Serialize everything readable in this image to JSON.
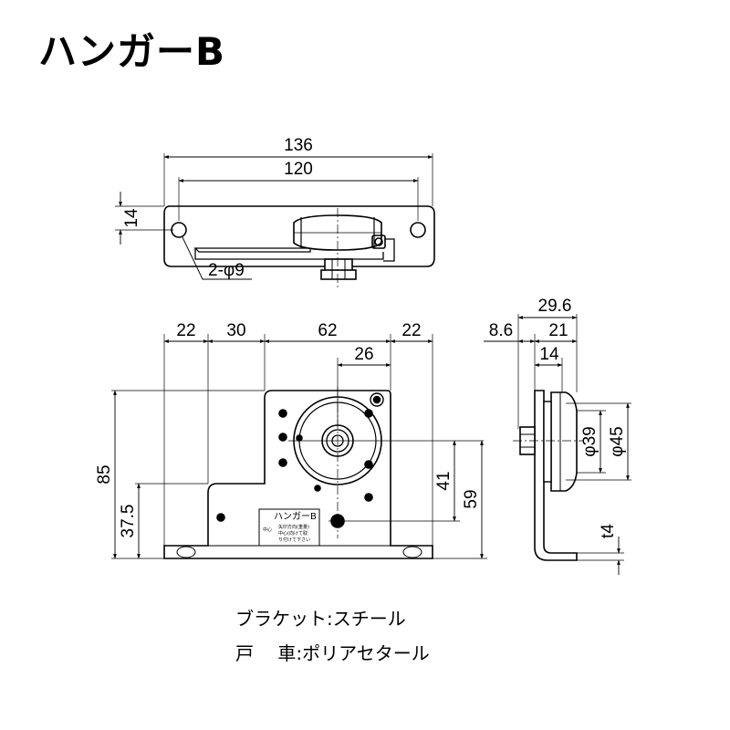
{
  "title": "ハンガーB",
  "top_view": {
    "dim_total_width": "136",
    "dim_hole_pitch": "120",
    "dim_height": "14",
    "dim_holes": "2-φ9"
  },
  "front_view": {
    "dim_left": "22",
    "dim_step": "30",
    "dim_middle": "62",
    "dim_right": "22",
    "dim_wheel_offset": "26",
    "dim_total_height": "85",
    "dim_step_height": "37.5",
    "dim_hole_height": "41",
    "dim_wheel_height": "59",
    "label_title": "ハンガーB",
    "label_side": "中心",
    "label_note1": "矢印方向(重量)",
    "label_note2": "中心(向けて取",
    "label_note3": "り付けて下さい"
  },
  "side_view": {
    "dim_total": "29.6",
    "dim_offset": "8.6",
    "dim_body": "21",
    "dim_wheel_width": "14",
    "dim_wheel_inner": "φ39",
    "dim_wheel_outer": "φ45",
    "dim_plate": "t4"
  },
  "specs": {
    "bracket_label": "ブラケット",
    "bracket_value": "スチール",
    "wheel_label": "戸　 車",
    "wheel_value": "ポリアセタール",
    "separator": ":"
  }
}
